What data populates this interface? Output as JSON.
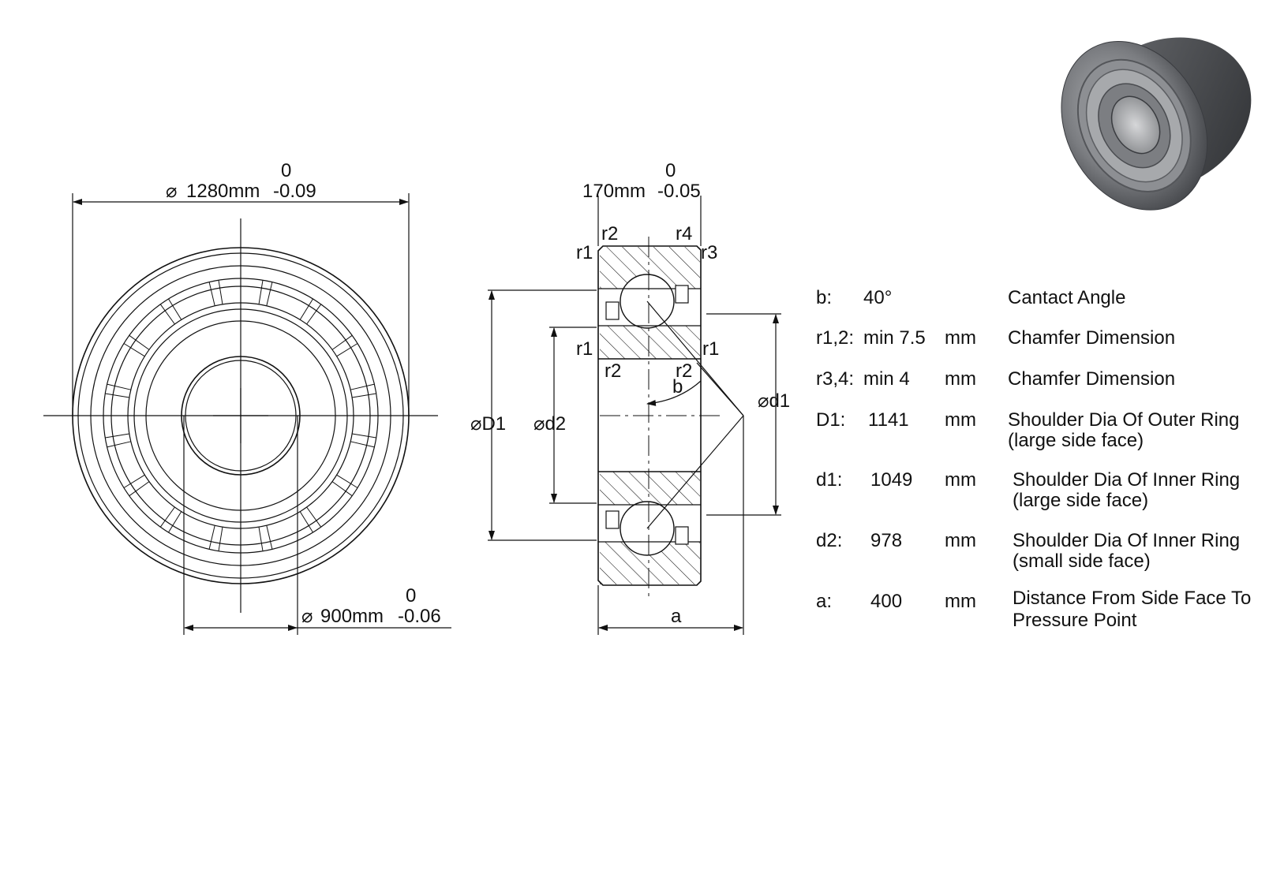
{
  "front_view": {
    "outer_dia": {
      "symbol": "⌀",
      "value": "1280mm",
      "tol_upper": "0",
      "tol_lower": "-0.09"
    },
    "inner_dia": {
      "symbol": "⌀",
      "value": "900mm",
      "tol_upper": "0",
      "tol_lower": "-0.06"
    }
  },
  "section_view": {
    "width": {
      "value": "170mm",
      "tol_upper": "0",
      "tol_lower": "-0.05"
    },
    "labels": {
      "r1": "r1",
      "r2": "r2",
      "r3": "r3",
      "r4": "r4",
      "b": "b",
      "a": "a",
      "D1": "⌀D1",
      "d2": "⌀d2",
      "d1": "⌀d1"
    }
  },
  "spec_table": [
    {
      "key": "b:",
      "value": "40°",
      "unit": "",
      "desc": "Cantact Angle",
      "desc2": ""
    },
    {
      "key": "r1,2:",
      "value": "min 7.5",
      "unit": "mm",
      "desc": "Chamfer Dimension",
      "desc2": ""
    },
    {
      "key": "r3,4:",
      "value": "min 4",
      "unit": "mm",
      "desc": "Chamfer Dimension",
      "desc2": ""
    },
    {
      "key": "D1:",
      "value": "1141",
      "unit": "mm",
      "desc": "Shoulder Dia Of Outer Ring",
      "desc2": "(large side face)"
    },
    {
      "key": "d1:",
      "value": "1049",
      "unit": "mm",
      "desc": "Shoulder Dia Of Inner Ring",
      "desc2": "(large side face)"
    },
    {
      "key": "d2:",
      "value": "978",
      "unit": "mm",
      "desc": "Shoulder Dia Of Inner Ring",
      "desc2": "(small side face)"
    },
    {
      "key": "a:",
      "value": "400",
      "unit": "mm",
      "desc": "Distance From Side Face To",
      "desc2": "Pressure Point"
    }
  ],
  "colors": {
    "line": "#111111",
    "background": "#ffffff",
    "render_dark": "#4a4c50",
    "render_light": "#a9abae"
  }
}
